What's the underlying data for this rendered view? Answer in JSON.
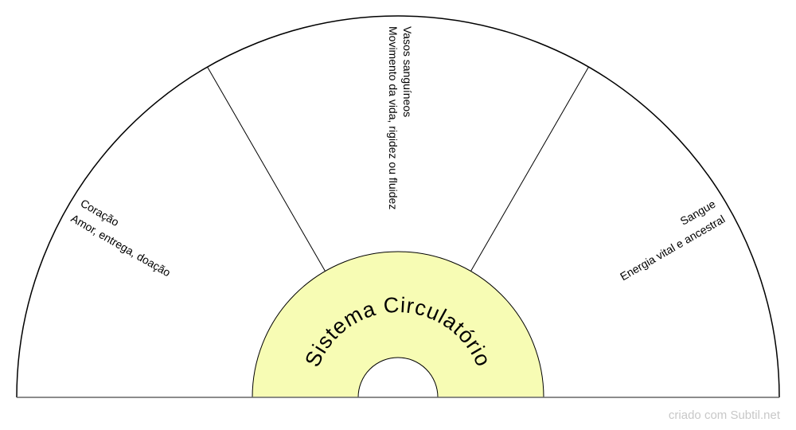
{
  "center": {
    "title": "Sistema Circulatório",
    "fill_color": "#f7fcb4"
  },
  "sectors": [
    {
      "title": "Coração",
      "subtitle": "Amor, entrega, doação"
    },
    {
      "title": "Vasos sanguíneos",
      "subtitle": "Movimento da vida, rigidez ou fluidez"
    },
    {
      "title": "Sangue",
      "subtitle": "Energia vital e ancestral"
    }
  ],
  "watermark": "criado com Subtil.net"
}
